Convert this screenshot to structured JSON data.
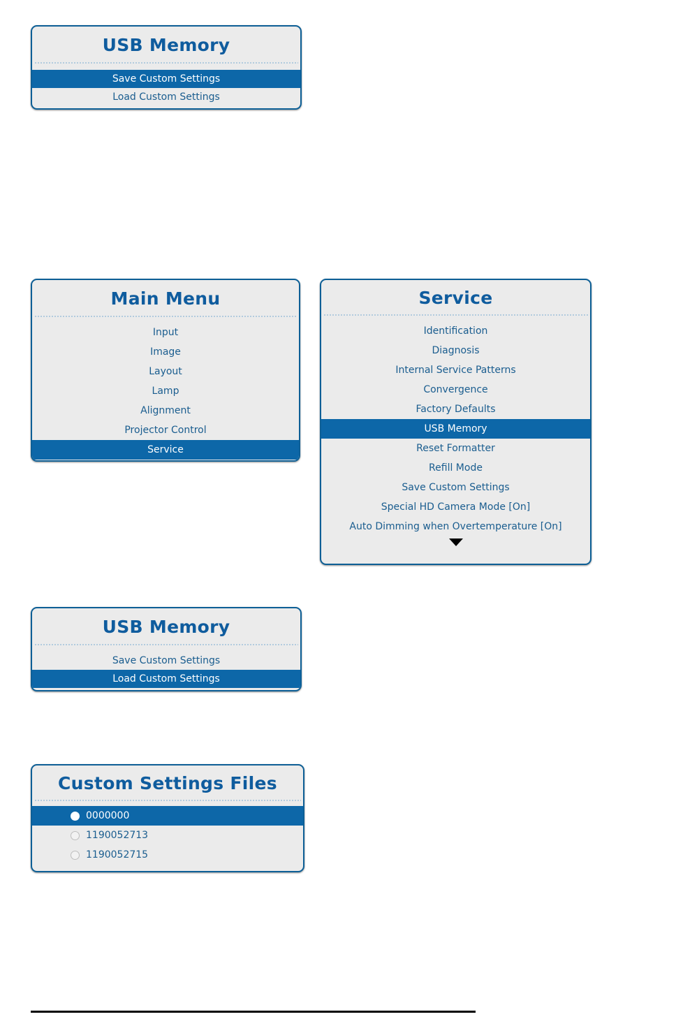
{
  "panels": {
    "usb_memory_save": {
      "title": "USB Memory",
      "items": [
        {
          "label": "Save Custom Settings",
          "selected": true
        },
        {
          "label": "Load Custom Settings",
          "selected": false
        }
      ]
    },
    "main_menu": {
      "title": "Main Menu",
      "items": [
        {
          "label": "Input",
          "selected": false
        },
        {
          "label": "Image",
          "selected": false
        },
        {
          "label": "Layout",
          "selected": false
        },
        {
          "label": "Lamp",
          "selected": false
        },
        {
          "label": "Alignment",
          "selected": false
        },
        {
          "label": "Projector Control",
          "selected": false
        },
        {
          "label": "Service",
          "selected": true
        }
      ]
    },
    "service": {
      "title": "Service",
      "items": [
        {
          "label": "Identification",
          "selected": false
        },
        {
          "label": "Diagnosis",
          "selected": false
        },
        {
          "label": "Internal Service Patterns",
          "selected": false
        },
        {
          "label": "Convergence",
          "selected": false
        },
        {
          "label": "Factory Defaults",
          "selected": false
        },
        {
          "label": "USB Memory",
          "selected": true
        },
        {
          "label": "Reset Formatter",
          "selected": false
        },
        {
          "label": "Refill Mode",
          "selected": false
        },
        {
          "label": "Save Custom Settings",
          "selected": false
        },
        {
          "label": "Special HD Camera Mode [On]",
          "selected": false
        },
        {
          "label": "Auto Dimming when Overtemperature [On]",
          "selected": false
        }
      ],
      "scroll_indicator": "scroll-down-arrow-icon"
    },
    "usb_memory_load": {
      "title": "USB Memory",
      "items": [
        {
          "label": "Save Custom Settings",
          "selected": false
        },
        {
          "label": "Load Custom Settings",
          "selected": true
        }
      ]
    },
    "custom_settings_files": {
      "title": "Custom Settings Files",
      "items": [
        {
          "label": "0000000",
          "selected": true
        },
        {
          "label": "1190052713",
          "selected": false
        },
        {
          "label": "1190052715",
          "selected": false
        }
      ]
    }
  },
  "colors": {
    "panel_background": "#ebebeb",
    "panel_border": "#0d5f96",
    "title_text": "#0f5c9e",
    "item_text": "#1a5d8f",
    "highlight_background": "#0d67a8",
    "highlight_text": "#ffffff",
    "separator": "#9fc0da",
    "footer_rule": "#000000"
  }
}
